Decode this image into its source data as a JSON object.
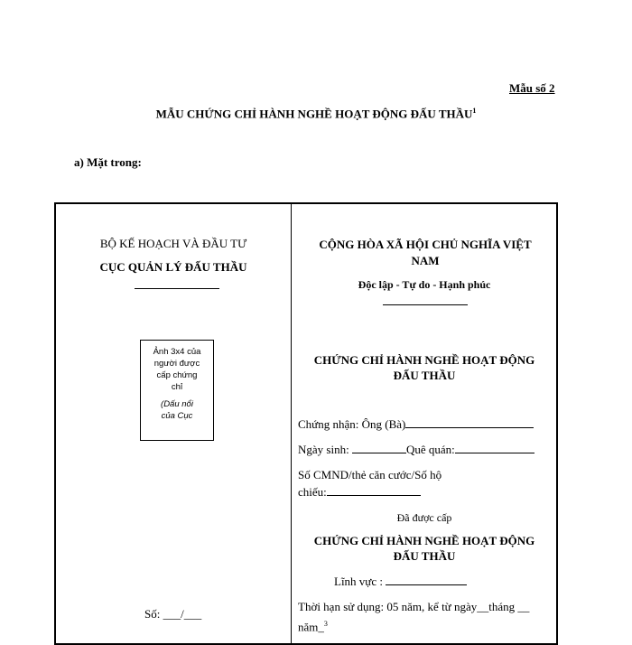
{
  "header": {
    "form_number": "Mẫu số 2",
    "title": "MẪU CHỨNG CHỈ HÀNH NGHỀ HOẠT ĐỘNG ĐẤU THẦU",
    "title_footnote": "1",
    "section_label": "a) Mặt trong:"
  },
  "left": {
    "ministry": "BỘ KẾ HOẠCH VÀ ĐẦU TƯ",
    "agency": "CỤC QUẢN LÝ ĐẤU THẦU",
    "photo_lines": [
      "Ảnh 3x4 của",
      "người được",
      "cấp chứng",
      "chỉ"
    ],
    "photo_stamp_lines": [
      "(Dấu nổi",
      "của Cục"
    ],
    "serial_label": "Số: ___/___"
  },
  "right": {
    "country_line1": "CỘNG HÒA XÃ HỘI CHỦ NGHĨA VIỆT",
    "country_line2": "NAM",
    "motto": "Độc lập - Tự do - Hạnh phúc",
    "certificate_title_line1": "CHỨNG CHỈ HÀNH NGHỀ HOẠT ĐỘNG",
    "certificate_title_line2": "ĐẤU THẦU",
    "certify_label": "Chứng nhận: Ông (Bà)",
    "dob_label": "Ngày sinh: ",
    "hometown_label": "Quê quán:",
    "id_label_line1": "Số CMND/thẻ căn cước/Số hộ",
    "id_label_line2": "chiếu:",
    "issued_text": "Đã được cấp",
    "certificate_title2_line1": "CHỨNG CHỈ HÀNH NGHỀ HOẠT ĐỘNG",
    "certificate_title2_line2": "ĐẤU THẦU",
    "field_label": "Lĩnh vực : ",
    "validity_line1": "Thời hạn sử dụng: 05 năm, kể từ ngày__tháng __",
    "validity_line2": "năm_",
    "validity_footnote": "3"
  }
}
